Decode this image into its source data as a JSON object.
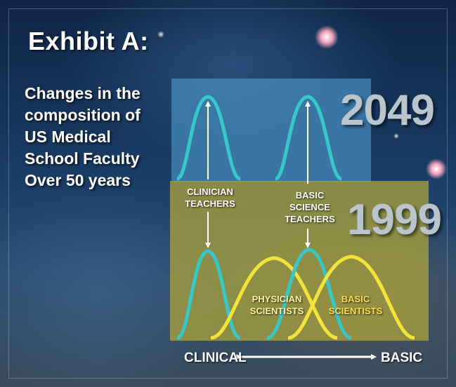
{
  "title": "Exhibit A:",
  "subtitle_lines": [
    "Changes in the",
    "composition of",
    "US Medical",
    "School Faculty",
    "Over 50 years"
  ],
  "years": {
    "future": "2049",
    "past": "1999"
  },
  "labels": {
    "clinician_teachers": [
      "CLINICIAN",
      "TEACHERS"
    ],
    "basic_science_teachers": [
      "BASIC",
      "SCIENCE",
      "TEACHERS"
    ],
    "physician_scientists": [
      "PHYSICIAN",
      "SCIENTISTS"
    ],
    "basic_scientists": [
      "BASIC",
      "SCIENTISTS"
    ]
  },
  "axis": {
    "left": "CLINICAL",
    "right": "BASIC"
  },
  "colors": {
    "teal_curve": "#38c8c8",
    "yellow_curve": "#f2e43a",
    "panel_2049": "#468cbe",
    "panel_1999": "#a8a03c",
    "arrow": "#ffffff"
  }
}
